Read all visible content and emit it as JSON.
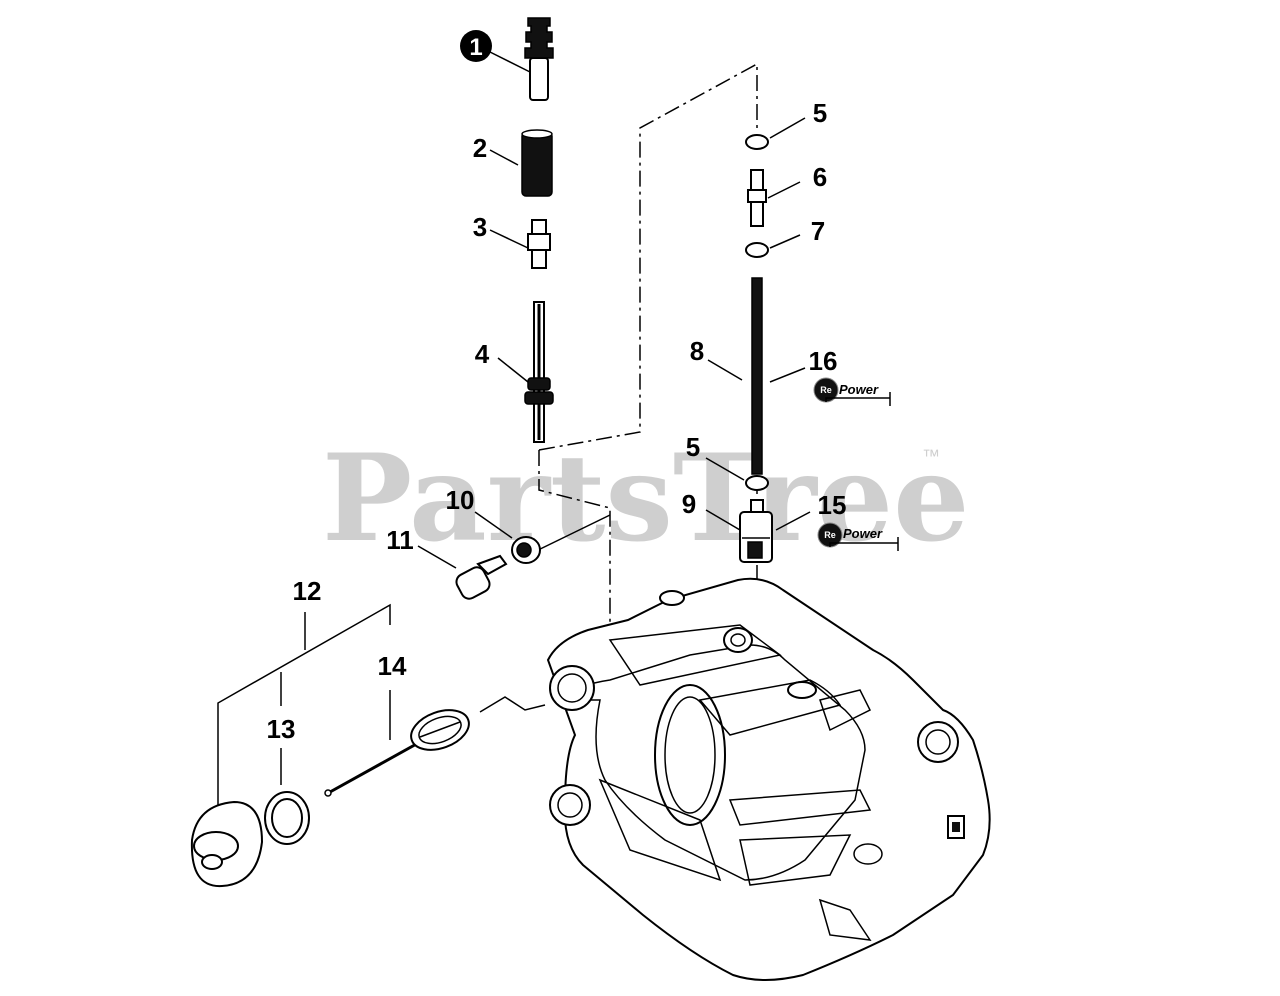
{
  "watermark": {
    "brand": "PartsTree",
    "trademark": "™"
  },
  "badges": {
    "repower": {
      "prefix": "Re",
      "suffix": "Power"
    }
  },
  "callouts": [
    {
      "id": "1",
      "text": "1",
      "circled": true
    },
    {
      "id": "2",
      "text": "2"
    },
    {
      "id": "3",
      "text": "3"
    },
    {
      "id": "4",
      "text": "4"
    },
    {
      "id": "5a",
      "text": "5"
    },
    {
      "id": "5b",
      "text": "5"
    },
    {
      "id": "6",
      "text": "6"
    },
    {
      "id": "7",
      "text": "7"
    },
    {
      "id": "8",
      "text": "8"
    },
    {
      "id": "9",
      "text": "9"
    },
    {
      "id": "10",
      "text": "10"
    },
    {
      "id": "11",
      "text": "11"
    },
    {
      "id": "12",
      "text": "12"
    },
    {
      "id": "13",
      "text": "13"
    },
    {
      "id": "14",
      "text": "14"
    },
    {
      "id": "15",
      "text": "15"
    },
    {
      "id": "16",
      "text": "16"
    }
  ]
}
